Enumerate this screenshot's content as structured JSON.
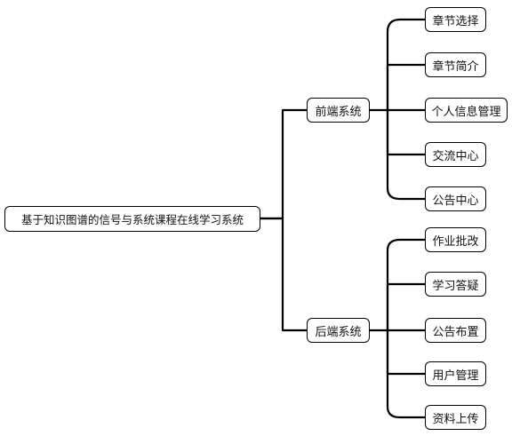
{
  "root": {
    "label": "基于知识图谱的信号与系统课程在线学习系统"
  },
  "branches": [
    {
      "label": "前端系统",
      "children": [
        "章节选择",
        "章节简介",
        "个人信息管理",
        "交流中心",
        "公告中心"
      ]
    },
    {
      "label": "后端系统",
      "children": [
        "作业批改",
        "学习答疑",
        "公告布置",
        "用户管理",
        "资料上传"
      ]
    }
  ]
}
